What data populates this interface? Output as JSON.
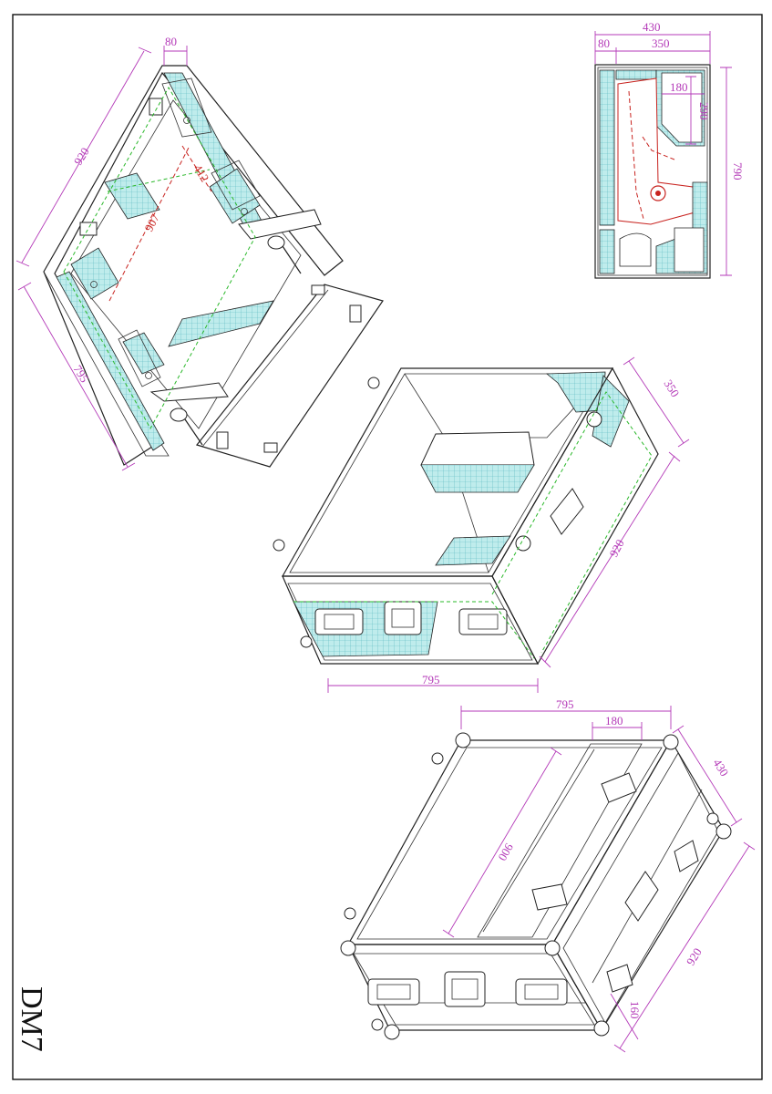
{
  "drawing": {
    "model": "DM7",
    "colors": {
      "outline": "#222222",
      "dimension": "#b43ab8",
      "foam": "#8fd6d6",
      "hidden_line": "#2ab82a",
      "console_marking": "#c8231f"
    }
  },
  "top_view": {
    "dims": {
      "total_width": "430",
      "left_part": "80",
      "right_part": "350",
      "depth": "790",
      "pocket_width": "180",
      "pocket_depth": "290"
    }
  },
  "exploded_view": {
    "dims": {
      "top_strip": "80",
      "length": "920",
      "width": "795",
      "inner_length": "907",
      "inner_width": "412"
    }
  },
  "base_view": {
    "dims": {
      "height": "350",
      "length": "920",
      "width": "795"
    }
  },
  "closed_view": {
    "dims": {
      "width": "795",
      "compartment_width": "180",
      "height": "430",
      "inner_length": "900",
      "length": "920",
      "lid_height": "160"
    }
  }
}
